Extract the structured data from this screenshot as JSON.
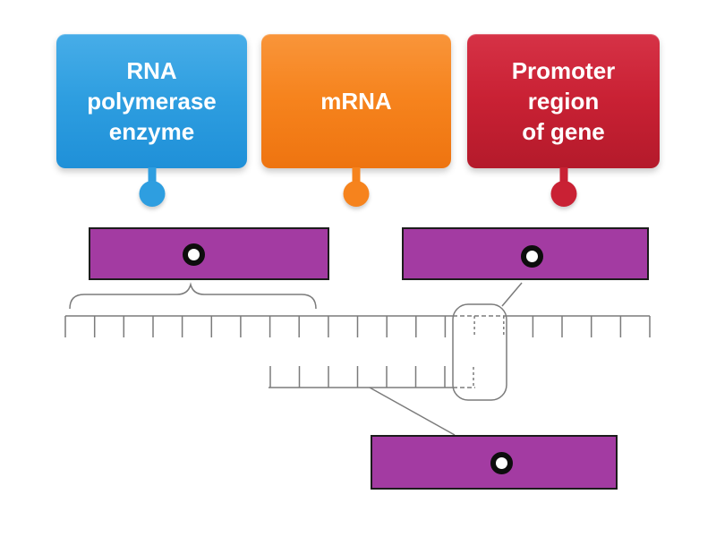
{
  "activity": {
    "kind": "labelled-diagram"
  },
  "labels": [
    {
      "text": "RNA polymerase enzyme",
      "lines": [
        "RNA",
        "polymerase",
        "enzyme"
      ],
      "color": "#2E9EE0"
    },
    {
      "text": "mRNA",
      "lines": [
        "mRNA"
      ],
      "color": "#F6831D"
    },
    {
      "text": "Promoter region of gene",
      "lines": [
        "Promoter",
        "region",
        "of gene"
      ],
      "color": "#C92134"
    }
  ],
  "colors": {
    "label_blue": "#2E9EE0",
    "label_orange": "#F6831D",
    "label_red": "#C92134",
    "drop_zone_purple": "#A33BA2",
    "drop_zone_border": "#1C1C1C",
    "target_dot_ring": "#0D0D0D",
    "target_dot_fill": "#FFFFFF",
    "diagram_line_gray": "#7B7B7B",
    "background": "#FFFFFF"
  }
}
